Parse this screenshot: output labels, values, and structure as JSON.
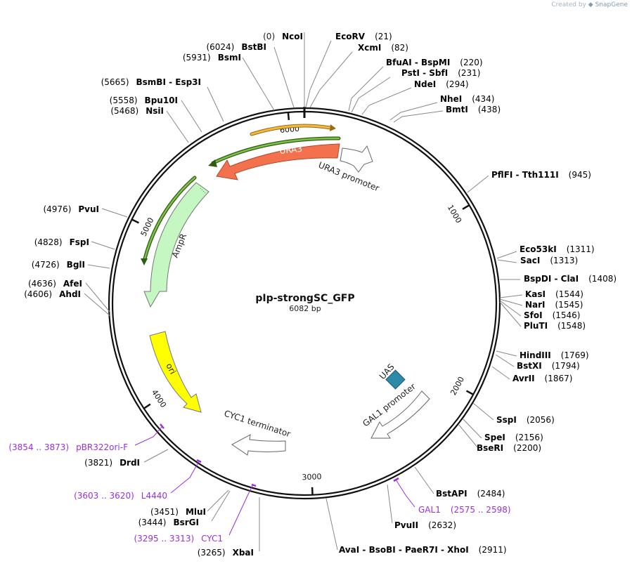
{
  "credit": {
    "created_by": "Created by",
    "brand": "SnapGene"
  },
  "plasmid": {
    "name": "pIp-strongSC_GFP",
    "length_label": "6082 bp"
  },
  "ticks": [
    "1000",
    "2000",
    "3000",
    "4000",
    "5000",
    "6000"
  ],
  "colors": {
    "enzyme_line": "#888888",
    "primer": "#9b30d9",
    "ura3": "#f4714d",
    "ampr": "#c5f7c2",
    "ori": "#ffff00",
    "uas": "#2d8aa8",
    "orf_top": "#f2b93c",
    "orf_green": "#5c9c2a",
    "promoter": "#ffffff"
  },
  "enzymes": [
    {
      "name": "NcoI",
      "pos": "(0)"
    },
    {
      "name": "EcoRV",
      "pos": "(21)"
    },
    {
      "name": "XcmI",
      "pos": "(82)"
    },
    {
      "name": "BfuAI - BspMI",
      "pos": "(220)"
    },
    {
      "name": "PstI - SbfI",
      "pos": "(231)"
    },
    {
      "name": "NdeI",
      "pos": "(294)"
    },
    {
      "name": "NheI",
      "pos": "(434)"
    },
    {
      "name": "BmtI",
      "pos": "(438)"
    },
    {
      "name": "PflFI - Tth111I",
      "pos": "(945)"
    },
    {
      "name": "Eco53kI",
      "pos": "(1311)"
    },
    {
      "name": "SacI",
      "pos": "(1313)"
    },
    {
      "name": "BspDI - ClaI",
      "pos": "(1408)"
    },
    {
      "name": "KasI",
      "pos": "(1544)"
    },
    {
      "name": "NarI",
      "pos": "(1545)"
    },
    {
      "name": "SfoI",
      "pos": "(1546)"
    },
    {
      "name": "PluTI",
      "pos": "(1548)"
    },
    {
      "name": "HindIII",
      "pos": "(1769)"
    },
    {
      "name": "BstXI",
      "pos": "(1794)"
    },
    {
      "name": "AvrII",
      "pos": "(1867)"
    },
    {
      "name": "SspI",
      "pos": "(2056)"
    },
    {
      "name": "SpeI",
      "pos": "(2156)"
    },
    {
      "name": "BseRI",
      "pos": "(2200)"
    },
    {
      "name": "BstAPI",
      "pos": "(2484)"
    },
    {
      "name": "PvuII",
      "pos": "(2632)"
    },
    {
      "name": "AvaI - BsoBI - PaeR7I - XhoI",
      "pos": "(2911)"
    },
    {
      "name": "XbaI",
      "pos": "(3265)"
    },
    {
      "name": "BsrGI",
      "pos": "(3444)"
    },
    {
      "name": "MluI",
      "pos": "(3451)"
    },
    {
      "name": "DrdI",
      "pos": "(3821)"
    },
    {
      "name": "AhdI",
      "pos": "(4606)"
    },
    {
      "name": "AfeI",
      "pos": "(4636)"
    },
    {
      "name": "BglI",
      "pos": "(4726)"
    },
    {
      "name": "FspI",
      "pos": "(4828)"
    },
    {
      "name": "PvuI",
      "pos": "(4976)"
    },
    {
      "name": "NsiI",
      "pos": "(5468)"
    },
    {
      "name": "Bpu10I",
      "pos": "(5558)"
    },
    {
      "name": "BsmBI - Esp3I",
      "pos": "(5665)"
    },
    {
      "name": "BsmI",
      "pos": "(5931)"
    },
    {
      "name": "BstBI",
      "pos": "(6024)"
    }
  ],
  "primers": [
    {
      "name": "GAL1",
      "range": "(2575 .. 2598)"
    },
    {
      "name": "CYC1",
      "range": "(3295 .. 3313)"
    },
    {
      "name": "L4440",
      "range": "(3603 .. 3620)"
    },
    {
      "name": "pBR322ori-F",
      "range": "(3854 .. 3873)"
    }
  ],
  "features": {
    "ura3": "URA3",
    "ura3_promoter": "URA3 promoter",
    "ampr": "AmpR",
    "ori": "ori",
    "uas": "UAS",
    "gal1_promoter": "GAL1 promoter",
    "cyc1_terminator": "CYC1 terminator"
  }
}
